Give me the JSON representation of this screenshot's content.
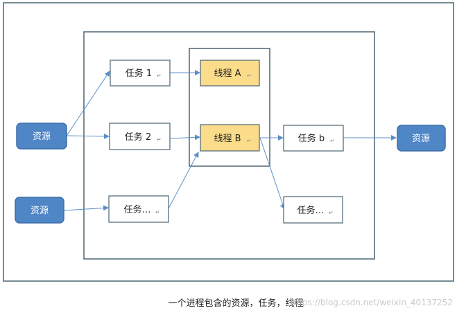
{
  "resources": {
    "left_top": "资源",
    "left_bottom": "资源",
    "right": "资源"
  },
  "tasks": {
    "task1": "任务 1",
    "task2": "任务 2",
    "task_more": "任务…",
    "task_b": "任务 b",
    "task_more_right": "任务…"
  },
  "threads": {
    "thread_a": "线程 A",
    "thread_b": "线程 B"
  },
  "caption": "一个进程包含的资源，任务，线程",
  "watermark": "https://blog.csdn.net/weixin_40137252",
  "return_mark": "↵",
  "colors": {
    "resource_fill": "#4f86c6",
    "resource_stroke": "#3b6fa8",
    "thread_fill": "#fbdc8a",
    "box_stroke": "#4a6572",
    "arrow": "#5b8fc7"
  }
}
